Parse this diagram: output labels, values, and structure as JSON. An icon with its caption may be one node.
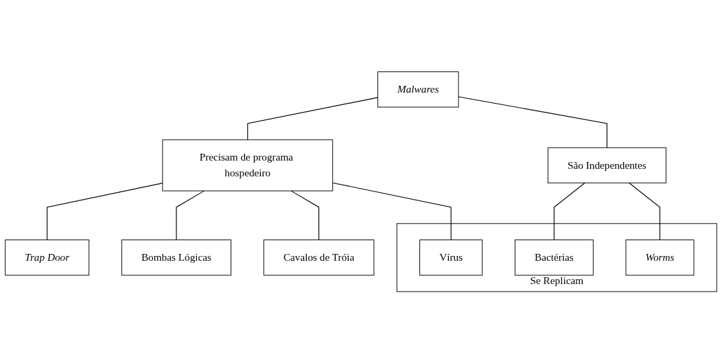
{
  "diagram": {
    "nodes": [
      {
        "text": [
          "Malwares"
        ]
      },
      {
        "text": [
          "Precisam de programa hospedeiro"
        ]
      },
      {
        "text": [
          "São Independentes"
        ]
      },
      {
        "text": [
          "Trap Door"
        ]
      },
      {
        "text": [
          "Bombas Lógicas"
        ]
      },
      {
        "text": [
          "Cavalos de Tróia"
        ]
      },
      {
        "text": [
          "Se Replicam"
        ]
      },
      {
        "text": [
          "Vírus"
        ],
        "in": 6
      },
      {
        "text": [
          "Bactérias"
        ],
        "in": 6
      },
      {
        "text": [
          "Worms"
        ],
        "in": 6
      }
    ],
    "edges": [
      {
        "from": 0,
        "to": 1,
        "arrow": "none"
      },
      {
        "from": 0,
        "to": 2,
        "arrow": "none"
      },
      {
        "from": 1,
        "to": 3,
        "arrow": "none"
      },
      {
        "from": 1,
        "to": 4,
        "arrow": "none"
      },
      {
        "from": 1,
        "to": 5,
        "arrow": "none"
      },
      {
        "from": 1,
        "to": 7,
        "arrow": "none"
      },
      {
        "from": 2,
        "to": 8,
        "arrow": "none"
      },
      {
        "from": 2,
        "to": 9,
        "arrow": "none"
      }
    ]
  }
}
